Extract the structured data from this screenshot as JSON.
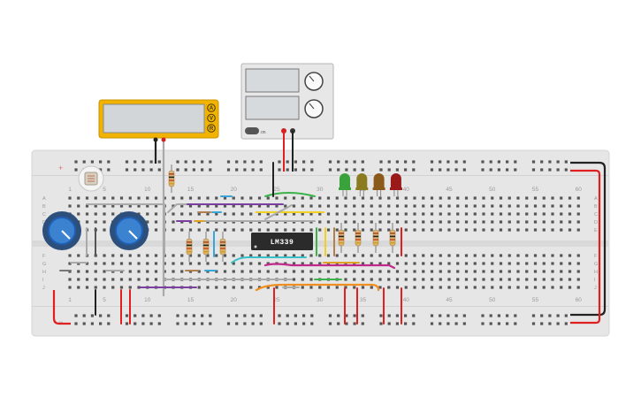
{
  "breadboard": {
    "rows_top": [
      "A",
      "B",
      "C",
      "D",
      "E"
    ],
    "rows_bottom": [
      "F",
      "G",
      "H",
      "I",
      "J"
    ],
    "column_numbers": [
      "1",
      "5",
      "10",
      "15",
      "20",
      "25",
      "30",
      "35",
      "40",
      "45",
      "50",
      "55",
      "60"
    ],
    "rail_plus": "+",
    "rail_minus": "−"
  },
  "ic": {
    "label": "LM339"
  },
  "multimeter": {
    "buttons": [
      "A",
      "V",
      "R"
    ]
  },
  "power_supply": {
    "button_label": "on"
  },
  "colors": {
    "board": "#e6e6e6",
    "multimeter": "#f1b300",
    "chip": "#2b2b2b",
    "wire_red": "#e02020",
    "wire_black": "#222222",
    "pot": "#1f5fb5"
  },
  "components": {
    "leds": [
      "green",
      "olive",
      "brown",
      "dark-red"
    ],
    "potentiometers": 2,
    "photoresistor": 1
  }
}
